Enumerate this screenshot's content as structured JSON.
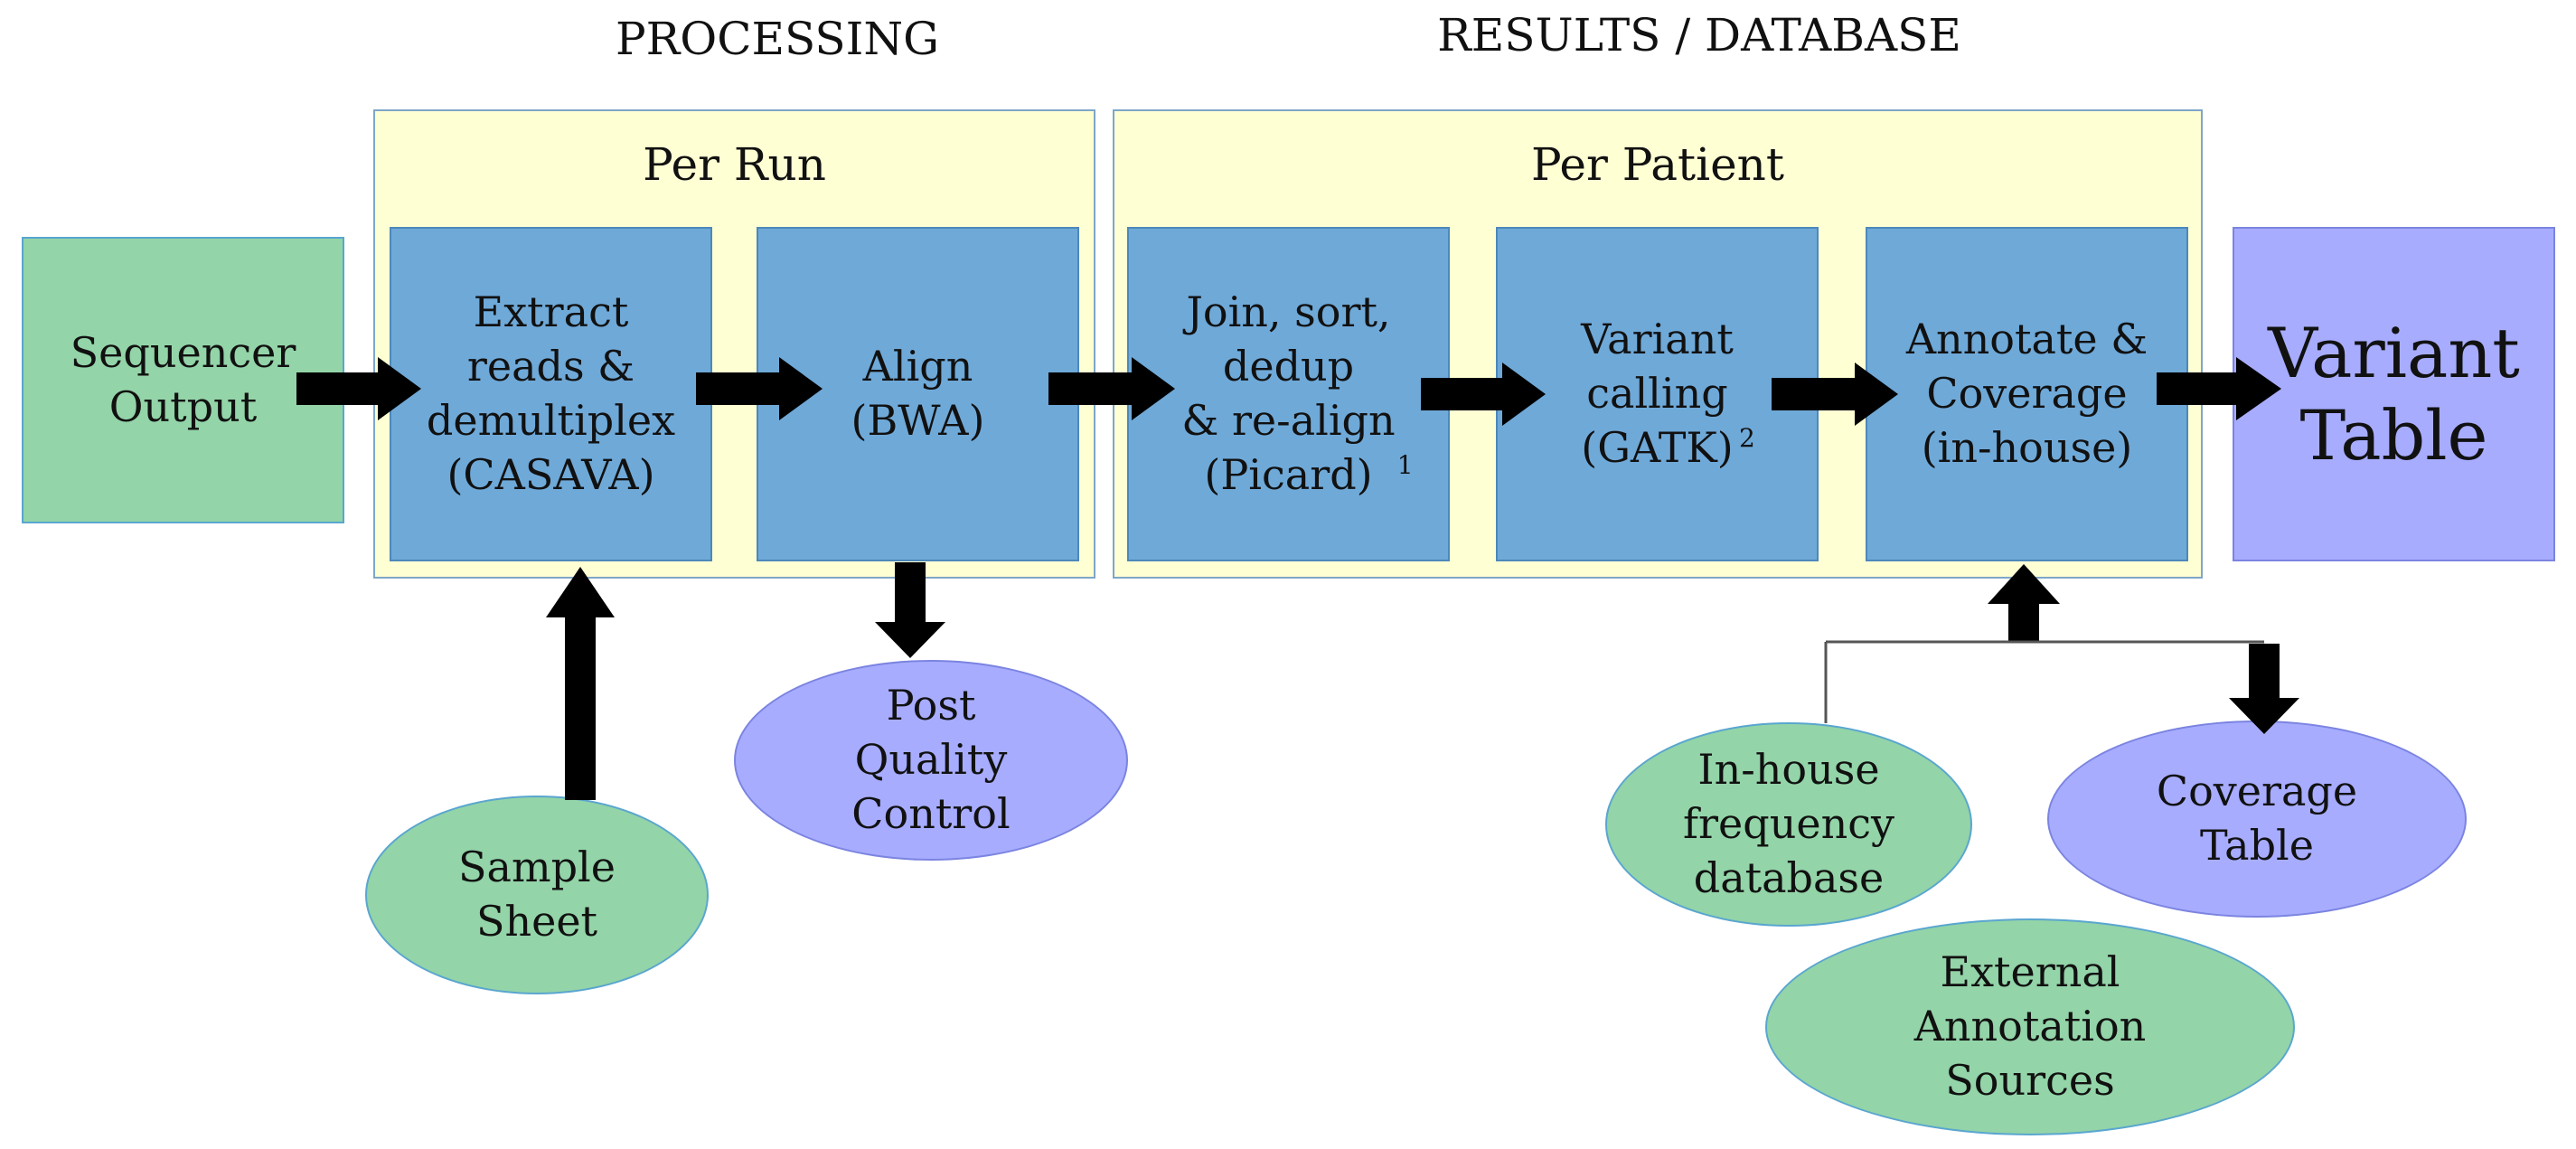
{
  "sections": {
    "processing": "PROCESSING",
    "results": "RESULTS / DATABASE"
  },
  "groups": {
    "per_run": "Per Run",
    "per_patient": "Per Patient"
  },
  "nodes": {
    "sequencer_output": "Sequencer\nOutput",
    "extract_reads": "Extract\nreads &\ndemultiplex\n(CASAVA)",
    "align": "Align\n(BWA)",
    "join_sort": "Join, sort,\ndedup\n& re-align\n(Picard)",
    "join_sort_note": "1",
    "variant_calling": "Variant\ncalling\n(GATK)",
    "variant_calling_note": "2",
    "annotate": "Annotate &\nCoverage\n(in-house)",
    "variant_table": "Variant\nTable",
    "sample_sheet": "Sample\nSheet",
    "post_qc": "Post\nQuality\nControl",
    "in_house_db": "In-house\nfrequency\ndatabase",
    "coverage_table": "Coverage\nTable",
    "external_sources": "External\nAnnotation\nSources"
  },
  "colors": {
    "process_box": "#6fa9d8",
    "input_green": "#93d4a8",
    "output_violet": "#a7acff",
    "group_fill": "#ffffd4",
    "arrow": "#000000"
  }
}
